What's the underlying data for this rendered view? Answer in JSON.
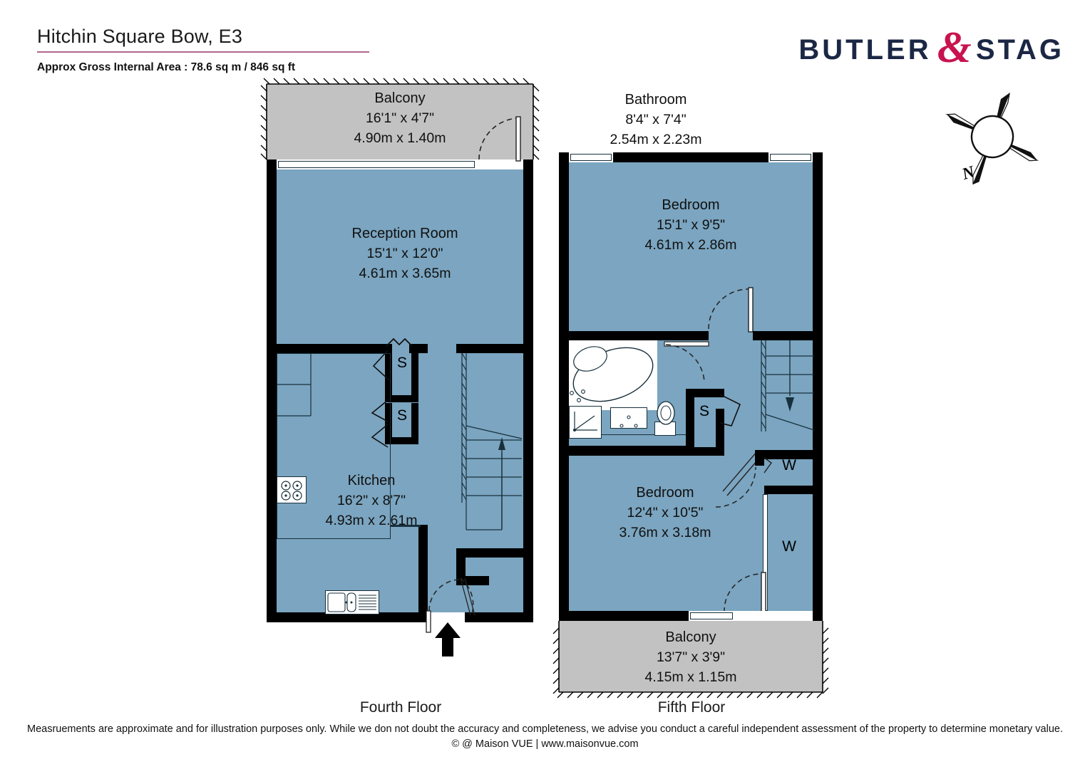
{
  "header": {
    "title": "Hitchin Square Bow, E3",
    "area_line": "Approx Gross Internal Area : 78.6 sq m / 846 sq ft",
    "underline_color": "#b0678c"
  },
  "logo": {
    "word1": "BUTLER",
    "ampersand": "&",
    "word2": "STAG",
    "text_color": "#1b2745",
    "amp_color": "#c8134f"
  },
  "compass": {
    "north_label": "N"
  },
  "colors": {
    "room_fill": "#7ba5c0",
    "balcony_fill": "#c2c2c2",
    "wall": "#000000",
    "line": "#18303c"
  },
  "floors": [
    {
      "id": "fourth",
      "label": "Fourth Floor",
      "rooms": [
        {
          "key": "balcony",
          "name": "Balcony",
          "imperial": "16'1\" x 4'7\"",
          "metric": "4.90m x 1.40m",
          "type": "balcony"
        },
        {
          "key": "reception",
          "name": "Reception Room",
          "imperial": "15'1\" x 12'0\"",
          "metric": "4.61m x 3.65m",
          "type": "room"
        },
        {
          "key": "kitchen",
          "name": "Kitchen",
          "imperial": "16'2\" x 8'7\"",
          "metric": "4.93m x 2.61m",
          "type": "room"
        }
      ],
      "storage_labels": [
        "S",
        "S"
      ]
    },
    {
      "id": "fifth",
      "label": "Fifth Floor",
      "rooms": [
        {
          "key": "bathroom",
          "name": "Bathroom",
          "imperial": "8'4\" x 7'4\"",
          "metric": "2.54m x 2.23m",
          "type": "room"
        },
        {
          "key": "bedroom1",
          "name": "Bedroom",
          "imperial": "15'1\" x 9'5\"",
          "metric": "4.61m x 2.86m",
          "type": "room"
        },
        {
          "key": "bedroom2",
          "name": "Bedroom",
          "imperial": "12'4\" x 10'5\"",
          "metric": "3.76m x 3.18m",
          "type": "room"
        },
        {
          "key": "balcony",
          "name": "Balcony",
          "imperial": "13'7\" x 3'9\"",
          "metric": "4.15m x 1.15m",
          "type": "balcony"
        }
      ],
      "storage_labels": [
        "S"
      ],
      "wardrobe_labels": [
        "W",
        "W"
      ]
    }
  ],
  "footer": {
    "disclaimer": "Measruements are approximate and for illustration purposes only. While we don not doubt the accuracy and completeness, we advise you conduct a careful independent assessment of the property to determine monetary value.",
    "copyright": "© @ Maison VUE | www.maisonvue.com"
  }
}
